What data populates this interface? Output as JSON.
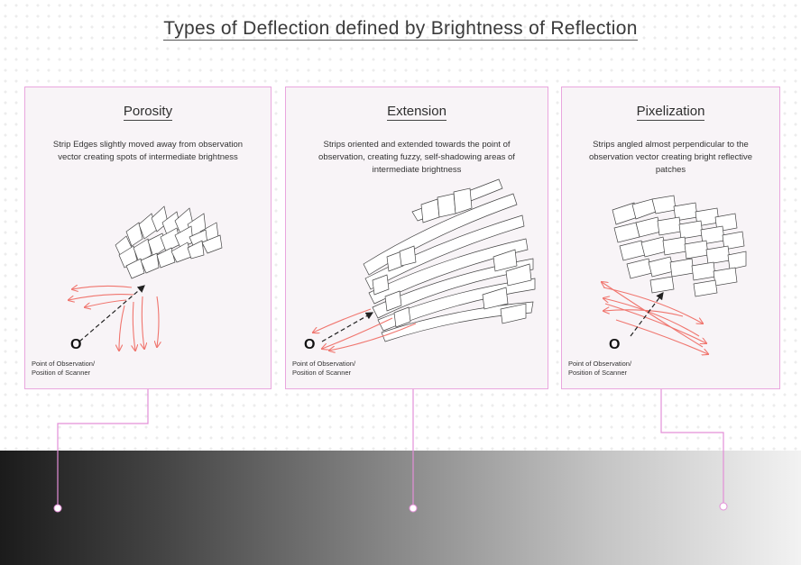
{
  "title": "Types of Deflection defined by Brightness of Reflection",
  "panels": [
    {
      "title": "Porosity",
      "description": "Strip Edges slightly moved away from observation vector creating spots of intermediate brightness",
      "observer_symbol": "O",
      "observer_label_1": "Point of Observation/",
      "observer_label_2": "Position of Scanner"
    },
    {
      "title": "Extension",
      "description": "Strips oriented and extended towards the point of observation, creating fuzzy, self-shadowing areas of intermediate brightness",
      "observer_symbol": "O",
      "observer_label_1": "Point of Observation/",
      "observer_label_2": "Position of Scanner"
    },
    {
      "title": "Pixelization",
      "description": "Strips angled almost perpendicular to the observation vector creating bright reflective patches",
      "observer_symbol": "O",
      "observer_label_1": "Point of Observation/",
      "observer_label_2": "Position of Scanner"
    }
  ],
  "colors": {
    "panel_border": "#e9a6de",
    "panel_fill": "#f8f4f7",
    "connector": "#e38fd8",
    "arrow": "#f0756e",
    "gradient_dark": "#1b1b1b",
    "gradient_light": "#f2f2f2"
  }
}
